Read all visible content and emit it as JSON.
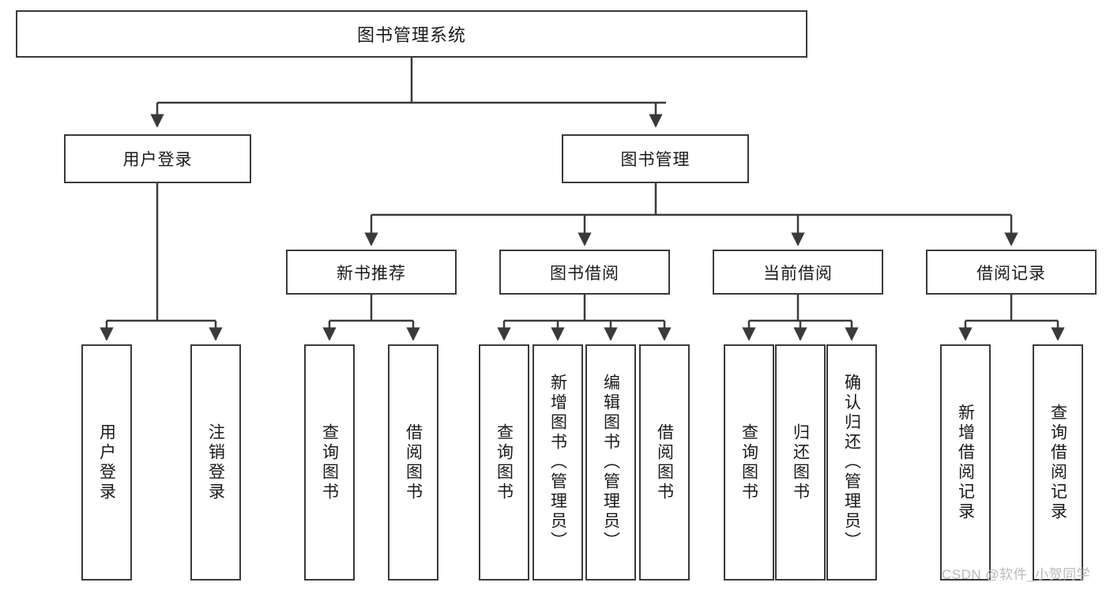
{
  "diagram": {
    "title": "图书管理系统",
    "type": "tree-hierarchy-chart",
    "root": {
      "label": "图书管理系统"
    },
    "level2": [
      {
        "label": "用户登录"
      },
      {
        "label": "图书管理"
      }
    ],
    "level3": [
      {
        "label": "新书推荐"
      },
      {
        "label": "图书借阅"
      },
      {
        "label": "当前借阅"
      },
      {
        "label": "借阅记录"
      }
    ],
    "leaves_user_login": [
      {
        "label": "用户登录"
      },
      {
        "label": "注销登录"
      }
    ],
    "leaves_new_book": [
      {
        "label": "查询图书"
      },
      {
        "label": "借阅图书"
      }
    ],
    "leaves_borrow": [
      {
        "label": "查询图书"
      },
      {
        "label": "新增图书（管理员）"
      },
      {
        "label": "编辑图书（管理员）"
      },
      {
        "label": "借阅图书"
      }
    ],
    "leaves_current": [
      {
        "label": "查询图书"
      },
      {
        "label": "归还图书"
      },
      {
        "label": "确认归还（管理员）"
      }
    ],
    "leaves_records": [
      {
        "label": "新增借阅记录"
      },
      {
        "label": "查询借阅记录"
      }
    ]
  },
  "watermark": {
    "text": "CSDN @软件_小贺同学"
  },
  "colors": {
    "box_border": "#3a3a3a",
    "box_fill": "#ffffff",
    "text": "#1a1a1a",
    "edge": "#3a3a3a",
    "watermark": "#b9b9b9"
  }
}
